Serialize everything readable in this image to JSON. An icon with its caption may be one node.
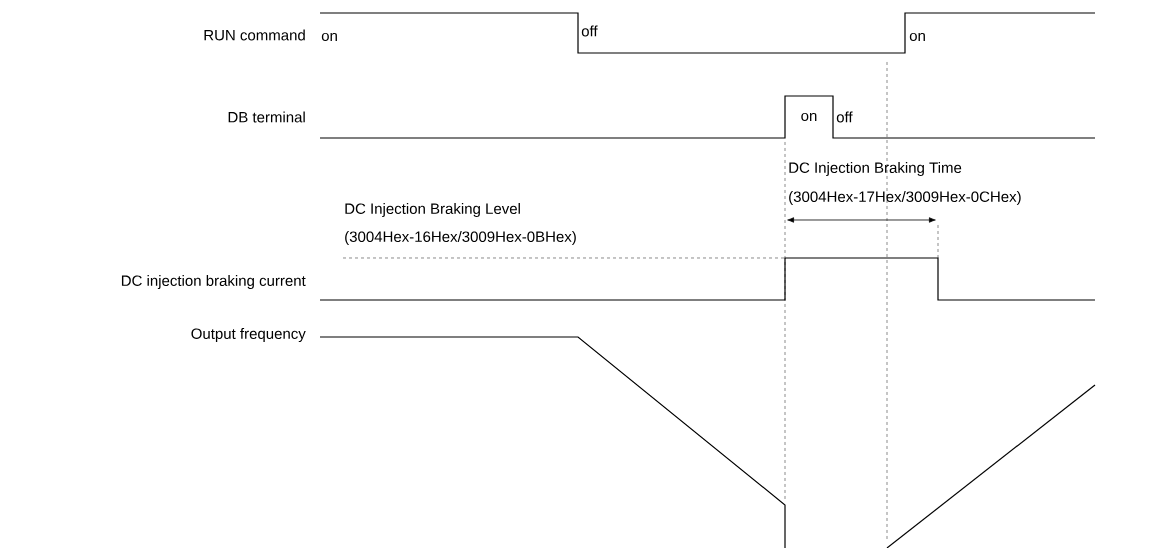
{
  "diagram": {
    "labels": [
      "RUN command",
      "on",
      "off",
      "on",
      "DB terminal",
      "on",
      "off",
      "DC Injection Braking Time",
      "(3004Hex-17Hex/3009Hex-0CHex)",
      "DC Injection Braking Level",
      "(3004Hex-16Hex/3009Hex-0BHex)",
      "DC injection braking current",
      "Output frequency"
    ]
  }
}
